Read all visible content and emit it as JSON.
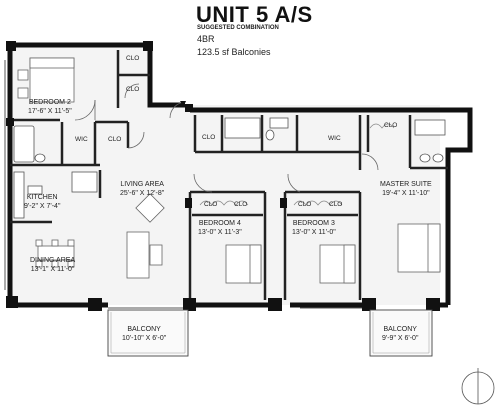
{
  "header": {
    "unit_title": "UNIT 5 A/S",
    "subtitle": "SUGGESTED COMBINATION",
    "bedrooms": "4BR",
    "balconies": "123.5 sf Balconies"
  },
  "rooms": {
    "bedroom2": {
      "name": "BEDROOM 2",
      "dims": "17'-6\" X 11'-5\""
    },
    "living": {
      "name": "LIVING AREA",
      "dims": "25'-6\" X 12'-8\""
    },
    "kitchen": {
      "name": "KITCHEN",
      "dims": "9'-2\" X 7'-4\""
    },
    "dining": {
      "name": "DINING AREA",
      "dims": "13'-1\" X 11'-0\""
    },
    "bedroom4": {
      "name": "BEDROOM 4",
      "dims": "13'-0\" X 11'-3\""
    },
    "bedroom3": {
      "name": "BEDROOM 3",
      "dims": "13'-0\" X 11'-0\""
    },
    "master": {
      "name": "MASTER SUITE",
      "dims": "19'-4\" X 11'-10\""
    },
    "balcony_left": {
      "name": "BALCONY",
      "dims": "10'-10\" X 6'-0\""
    },
    "balcony_right": {
      "name": "BALCONY",
      "dims": "9'-9\" X 6'-0\""
    }
  },
  "closets": {
    "clo": "CLO",
    "wic": "WIC"
  }
}
